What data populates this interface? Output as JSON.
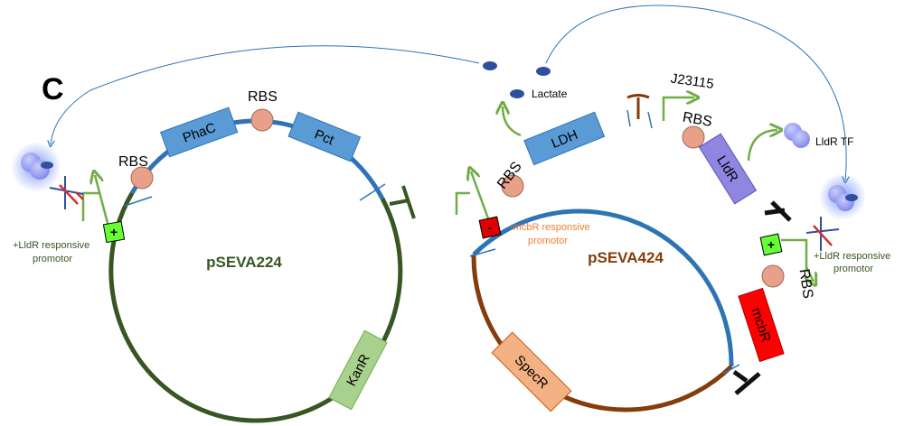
{
  "panel_letter": "C",
  "plasmid_left": {
    "name": "pSEVA224",
    "genes": {
      "phac": "PhaC",
      "pct": "Pct",
      "kanr": "KanR"
    },
    "rbs": [
      "RBS",
      "RBS"
    ],
    "promoter_label": [
      "+LldR  responsive",
      "promotor"
    ],
    "promoter_sign": "+"
  },
  "plasmid_right": {
    "name": "pSEVA424",
    "genes": {
      "ldh": "LDH",
      "lldr": "LldR",
      "mcbr": "mcbR",
      "specr": "SpecR"
    },
    "rbs": [
      "RBS",
      "RBS",
      "RBS"
    ],
    "constitutive_promoter": "J23115",
    "mcbr_promoter_label": [
      "-mcbR responsive",
      "promotor"
    ],
    "mcbr_promoter_sign": "-",
    "lldr_promoter_label": [
      "+LldR  responsive",
      "promotor"
    ],
    "lldr_promoter_sign": "+"
  },
  "legend": {
    "lactate": "Lactate",
    "lldr_tf": "LldR TF"
  },
  "colors": {
    "backbone_blue": "#2e74b5",
    "left_backbone": "#375623",
    "right_backbone": "#843c0c",
    "gene_fill": "#5b9bd5",
    "lldr_fill": "#8e86e0",
    "mcbr_fill": "#ff0000",
    "kanr_fill": "#a9d18e",
    "specr_fill": "#f4b183",
    "rbs_fill": "#e8a088",
    "arrow_green": "#70ad47",
    "plus_green": "#66ff33",
    "terminator_dark": "#111111"
  }
}
